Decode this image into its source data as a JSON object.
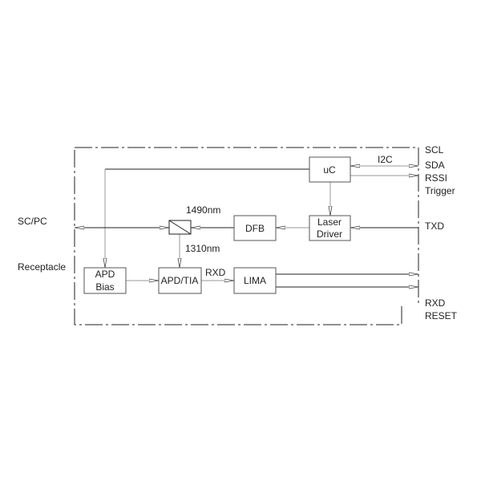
{
  "blocks": {
    "uc": "uC",
    "laser_driver_line1": "Laser",
    "laser_driver_line2": "Driver",
    "dfb": "DFB",
    "apd_bias_line1": "APD",
    "apd_bias_line2": "Bias",
    "apd_tia": "APD/TIA",
    "lima": "LIMA"
  },
  "labels": {
    "wavelength_tx": "1490nm",
    "wavelength_rx": "1310nm",
    "rxd_internal": "RXD",
    "i2c": "I2C"
  },
  "left_labels": {
    "connector": "SC/PC",
    "receptacle": "Receptacle"
  },
  "pins": [
    "SCL",
    "SDA",
    "RSSI",
    "Trigger",
    "TXD",
    "RXD",
    "RESET"
  ]
}
